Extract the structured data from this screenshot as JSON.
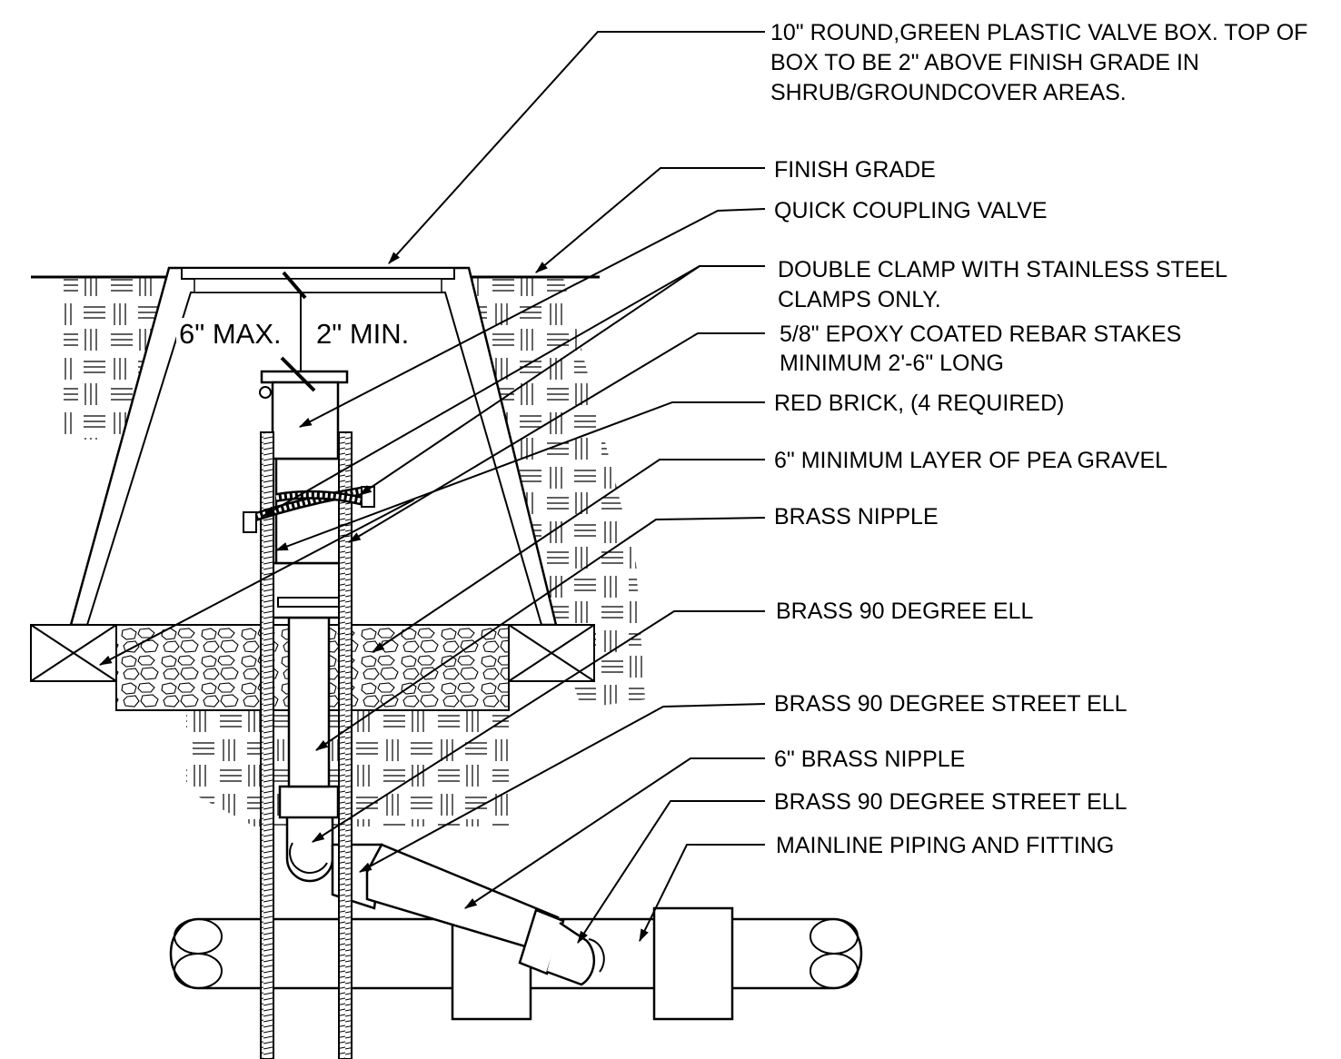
{
  "dimension_labels": {
    "max": "6\" MAX.",
    "min": "2\" MIN."
  },
  "callouts": [
    {
      "id": "valve-box",
      "lines": [
        "10\" ROUND,GREEN PLASTIC VALVE BOX. TOP OF",
        "BOX TO BE 2\" ABOVE FINISH GRADE IN",
        "SHRUB/GROUNDCOVER AREAS."
      ]
    },
    {
      "id": "finish-grade",
      "lines": [
        "FINISH GRADE"
      ]
    },
    {
      "id": "quick-coupling-valve",
      "lines": [
        "QUICK COUPLING VALVE"
      ]
    },
    {
      "id": "double-clamp",
      "lines": [
        "DOUBLE CLAMP WITH STAINLESS  STEEL",
        "CLAMPS ONLY."
      ]
    },
    {
      "id": "rebar-stakes",
      "lines": [
        "5/8\" EPOXY COATED REBAR  STAKES",
        "MINIMUM 2'-6\" LONG"
      ]
    },
    {
      "id": "red-brick",
      "lines": [
        "RED BRICK, (4 REQUIRED)"
      ]
    },
    {
      "id": "pea-gravel",
      "lines": [
        "6\" MINIMUM LAYER OF PEA GRAVEL"
      ]
    },
    {
      "id": "brass-nipple",
      "lines": [
        "BRASS NIPPLE"
      ]
    },
    {
      "id": "brass-90-ell",
      "lines": [
        "BRASS 90 DEGREE ELL"
      ]
    },
    {
      "id": "brass-90-street-ell-1",
      "lines": [
        "BRASS 90 DEGREE STREET ELL"
      ]
    },
    {
      "id": "six-inch-brass-nipple",
      "lines": [
        "6\" BRASS NIPPLE"
      ]
    },
    {
      "id": "brass-90-street-ell-2",
      "lines": [
        "BRASS 90 DEGREE STREET ELL"
      ]
    },
    {
      "id": "mainline-piping",
      "lines": [
        "MAINLINE PIPING AND FITTING"
      ]
    }
  ]
}
